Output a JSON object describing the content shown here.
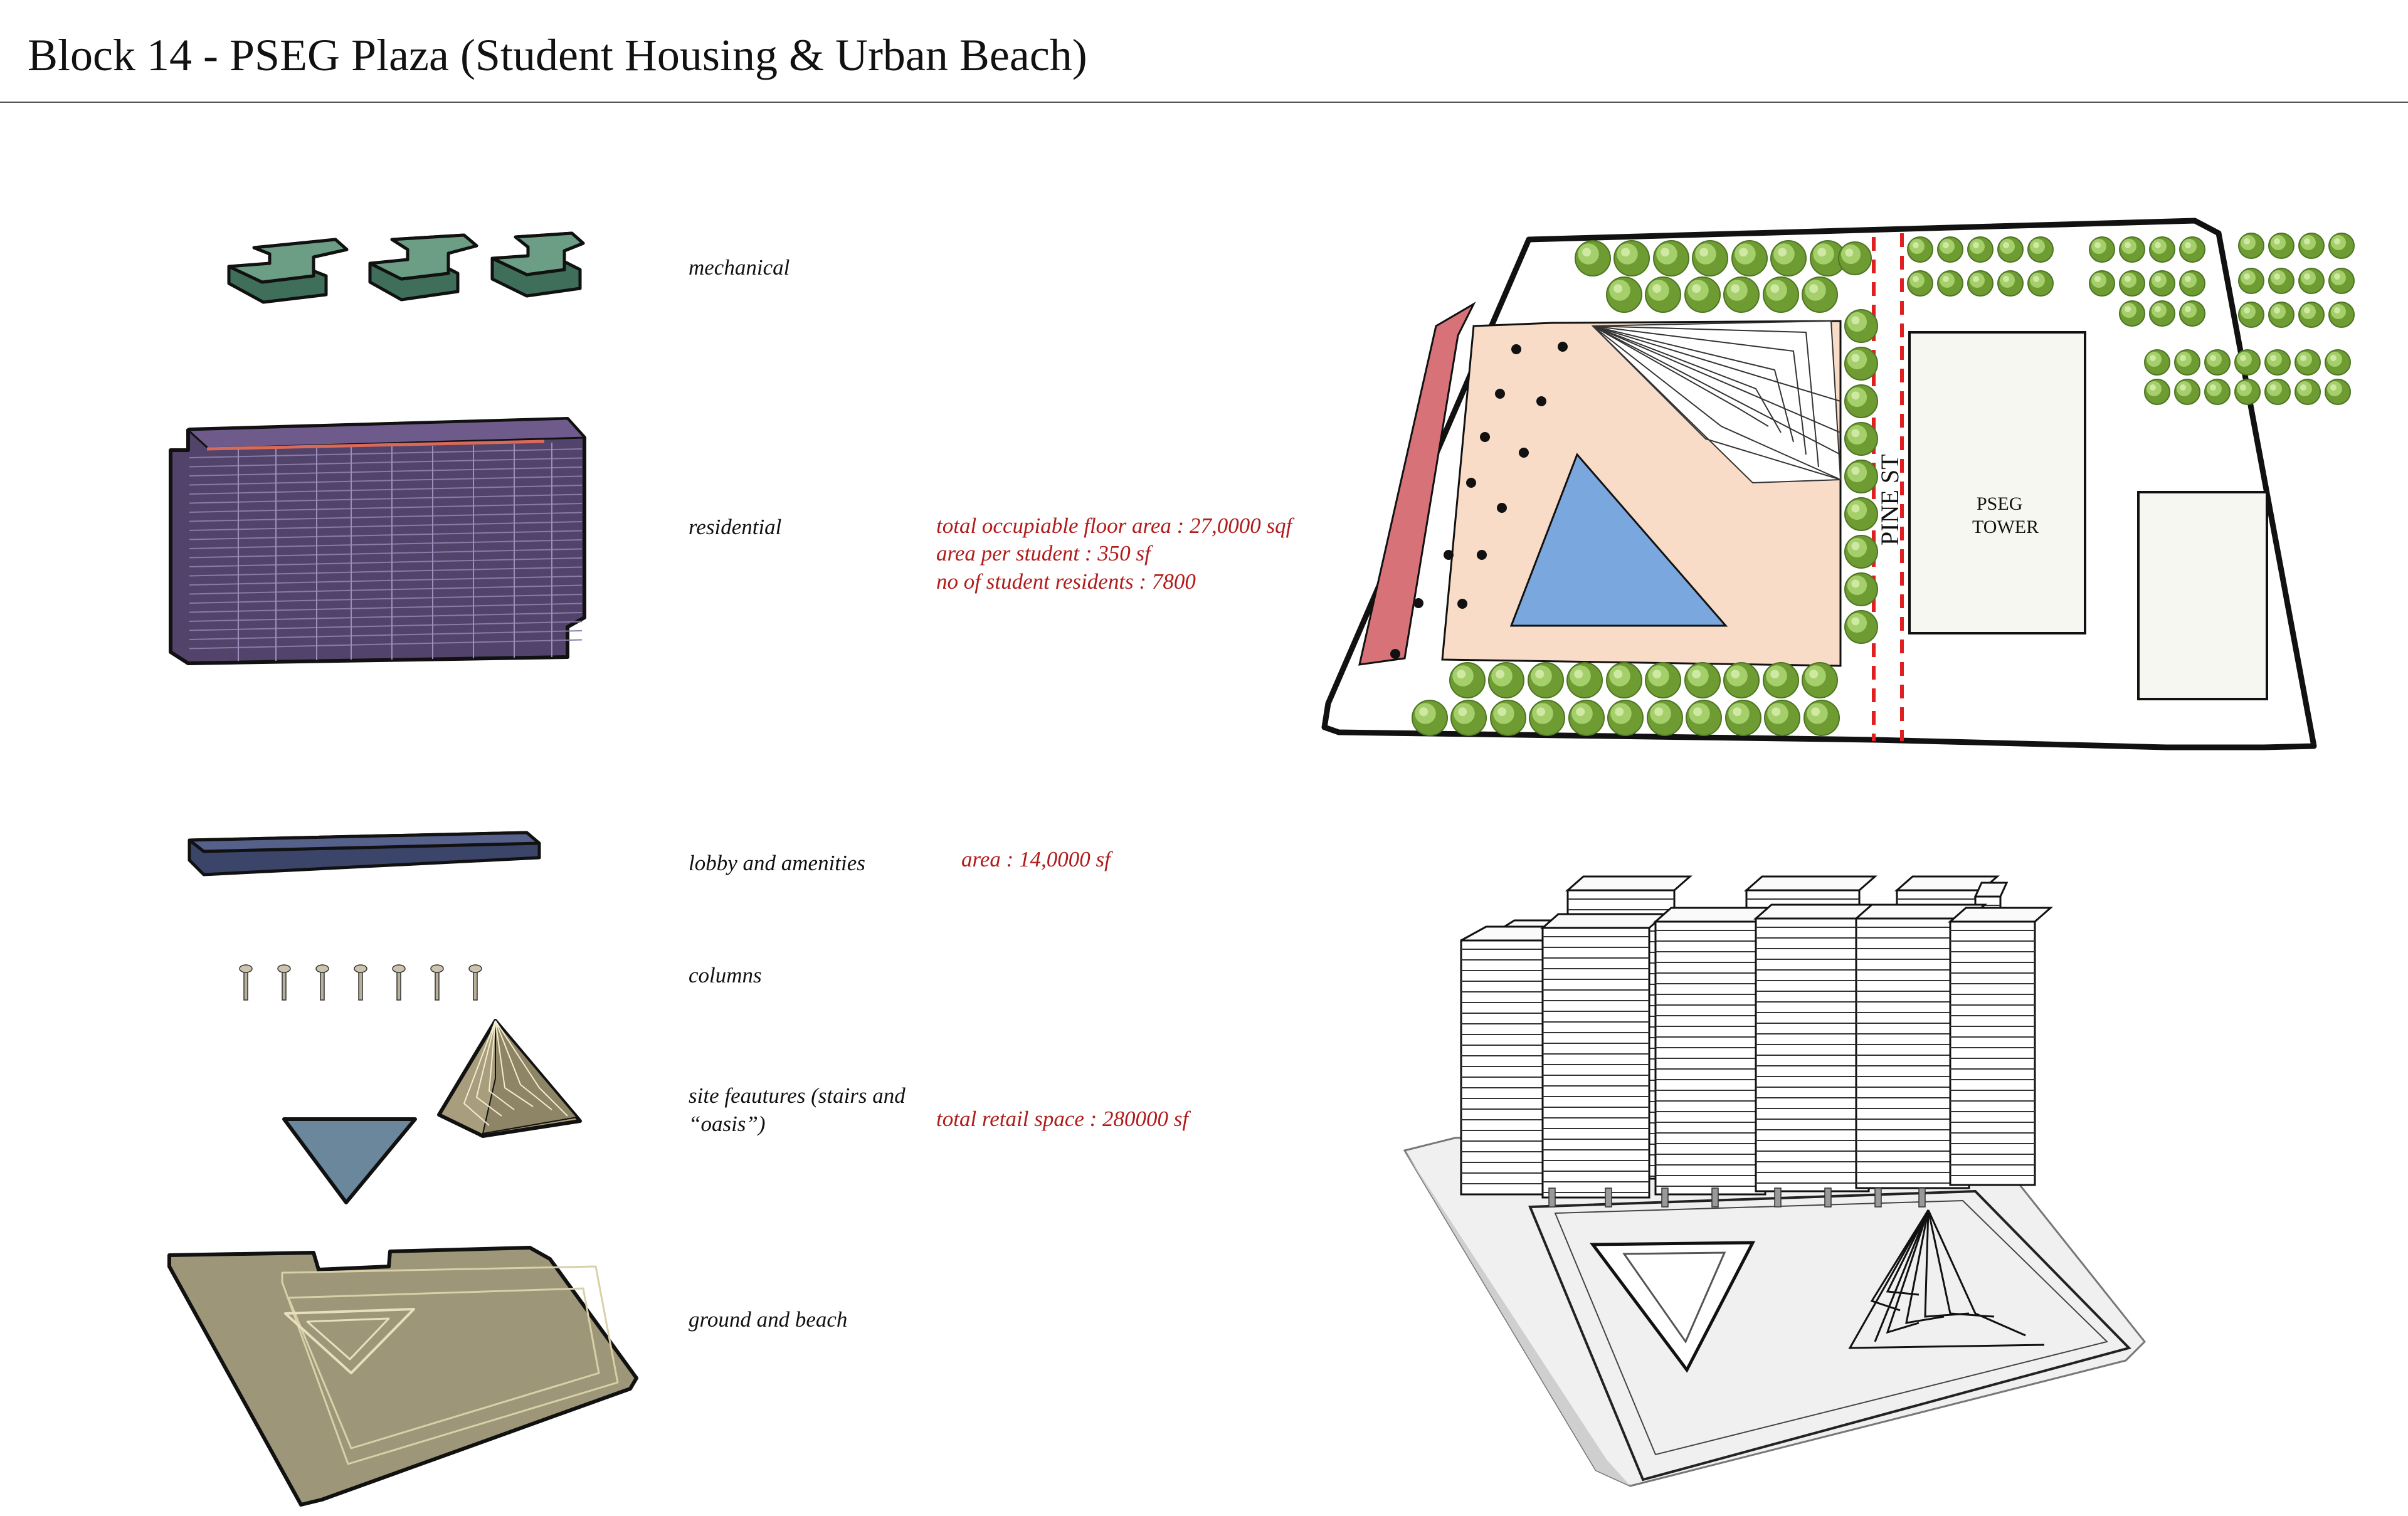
{
  "title": "Block 14 - PSEG Plaza (Student Housing & Urban Beach)",
  "layers": [
    {
      "label": "mechanical"
    },
    {
      "label": "residential",
      "notes": [
        "total occupiable floor area : 27,0000 sqf",
        "area per student : 350 sf",
        "no of student residents : 7800"
      ]
    },
    {
      "label": "lobby and amenities",
      "notes": [
        "area : 14,0000 sf"
      ]
    },
    {
      "label": "columns"
    },
    {
      "label": "site feautures (stairs and",
      "label2": "“oasis”)",
      "notes": [
        "total retail space : 280000 sf"
      ]
    },
    {
      "label": "ground and beach"
    }
  ],
  "site_plan": {
    "street_label": "PINE ST",
    "tower_label_1": "PSEG",
    "tower_label_2": "TOWER"
  },
  "colors": {
    "mechanical": "#5e8f78",
    "residential": "#5a4a72",
    "lobby": "#3e4a6e",
    "oasis": "#6a879c",
    "ground": "#9d9678",
    "plaza": "#f8dcc8",
    "pool": "#7aa8de",
    "red_strip": "#d67278",
    "note_red": "#b11b1b",
    "tree": "#8ab94a"
  }
}
